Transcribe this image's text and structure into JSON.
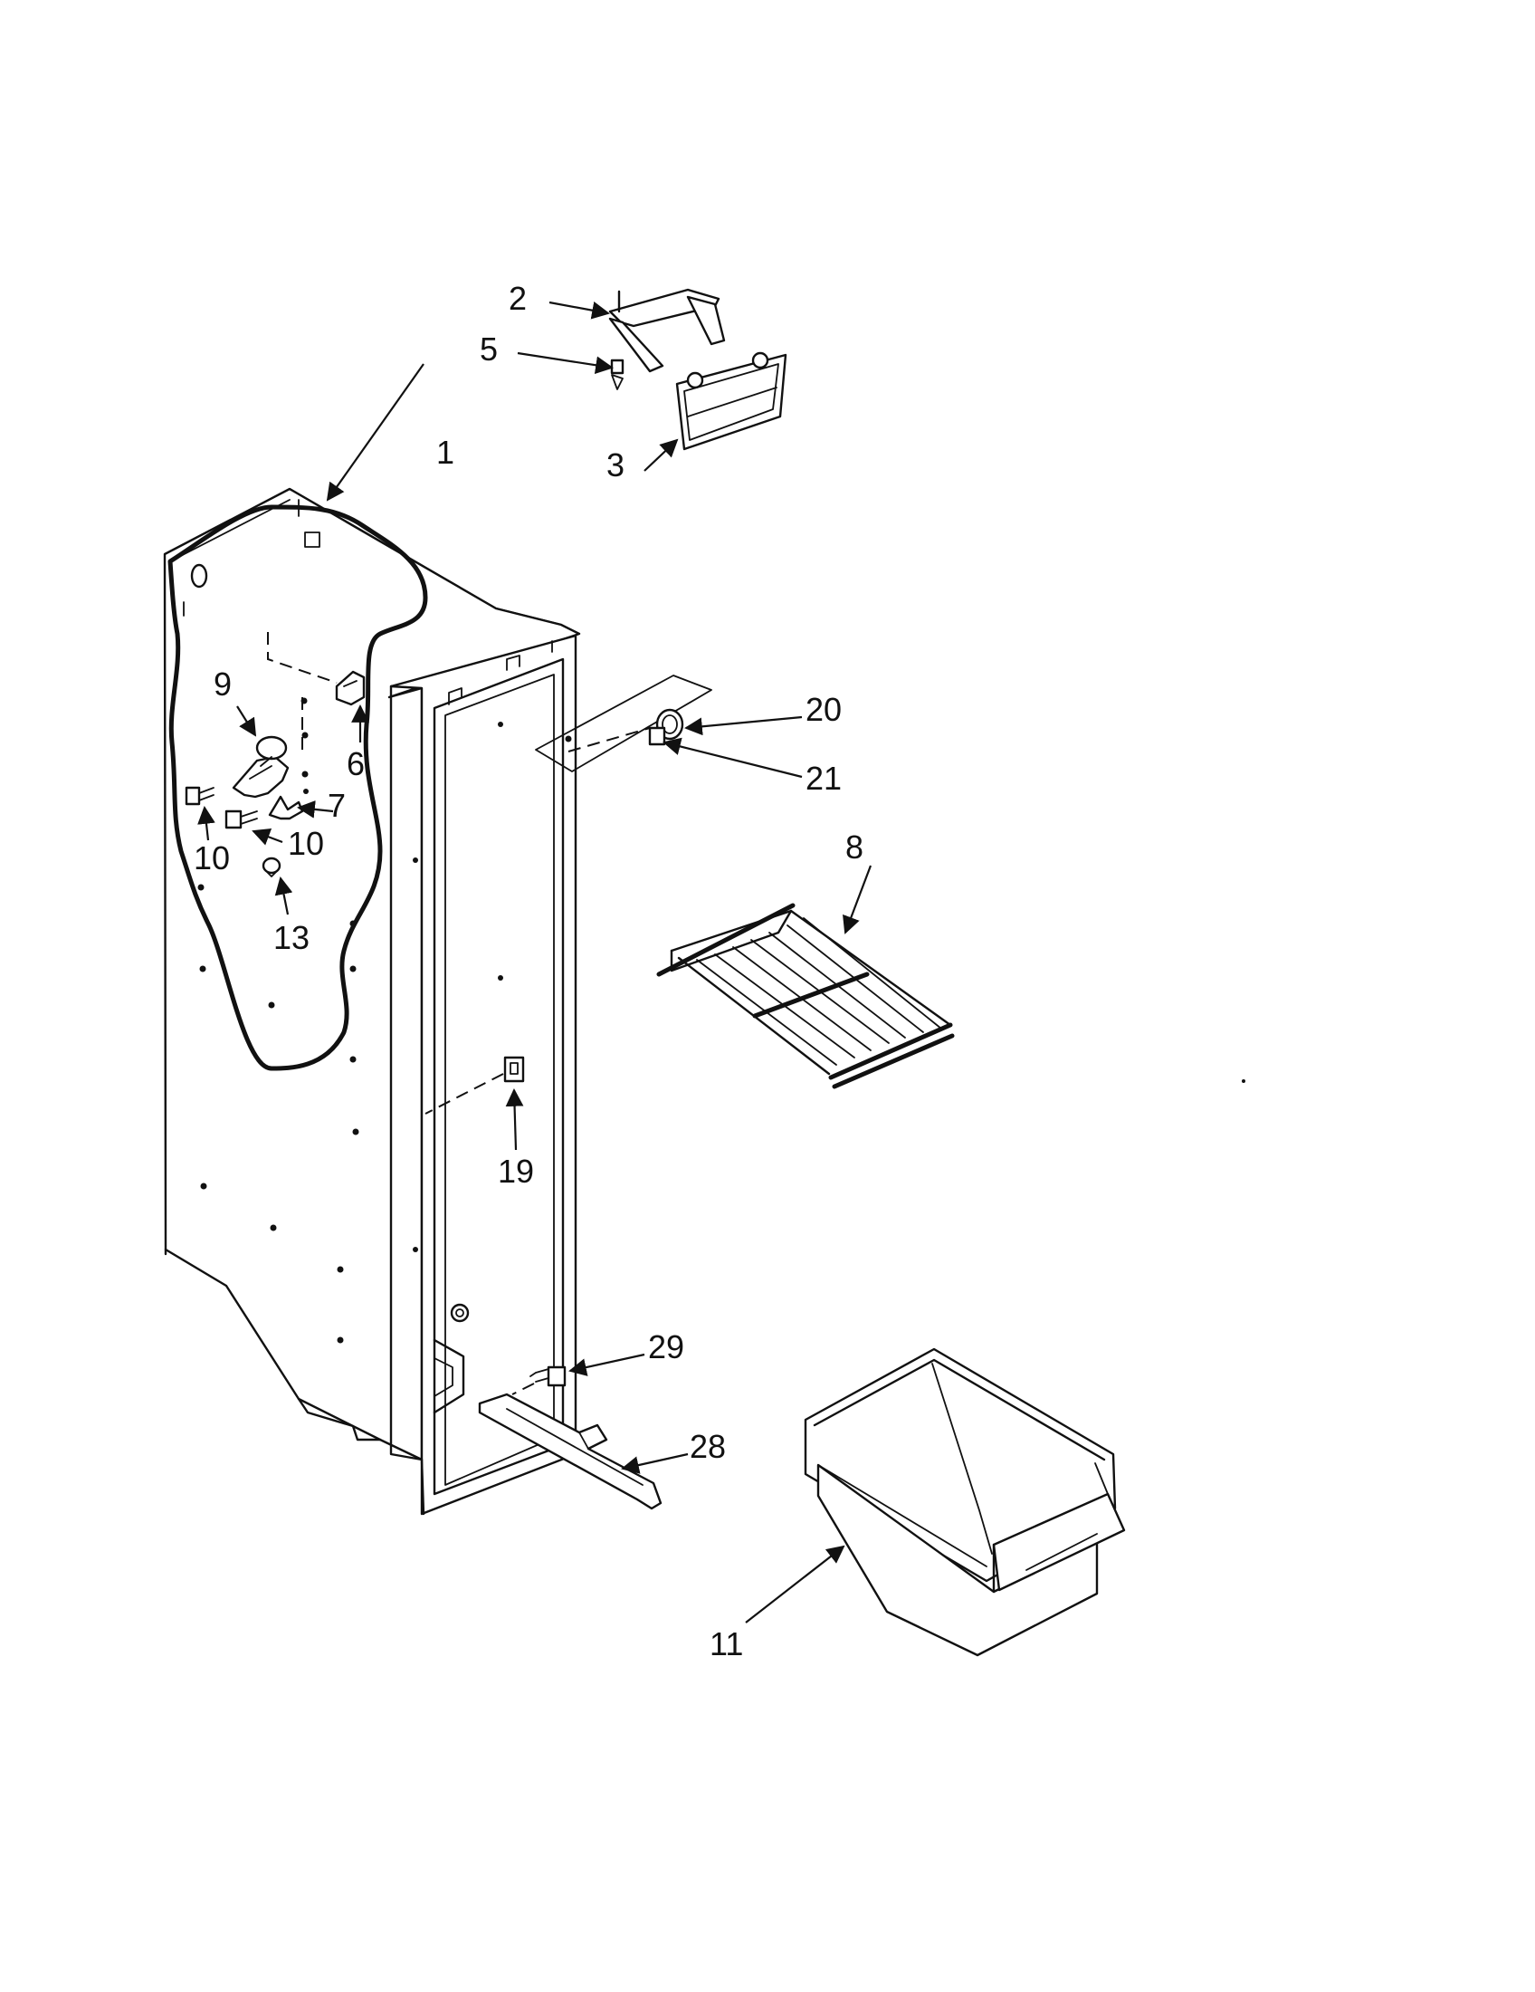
{
  "callouts": {
    "p1": "1",
    "p2": "2",
    "p3": "3",
    "p5": "5",
    "p6": "6",
    "p7": "7",
    "p8": "8",
    "p9": "9",
    "p10a": "10",
    "p10b": "10",
    "p11": "11",
    "p13": "13",
    "p19": "19",
    "p20": "20",
    "p21": "21",
    "p28": "28",
    "p29": "29"
  },
  "style": {
    "line_color": "#111111",
    "background": "#ffffff"
  }
}
